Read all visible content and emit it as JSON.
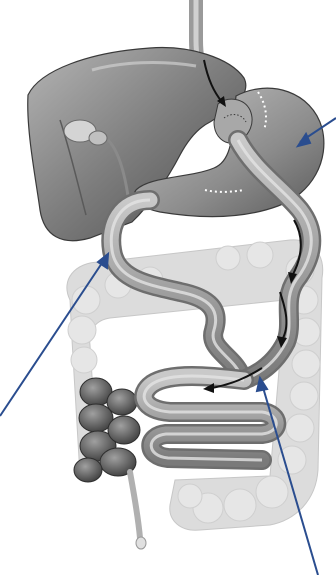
{
  "diagram": {
    "subject": "gastric-bypass-anatomy",
    "labels": [],
    "pointer_color": "#2a4d8f",
    "organ_palette": {
      "liver": "#7d7d7d",
      "stomach": "#8c8c8c",
      "intestine_tube": "#9a9a9a",
      "colon": "#d6d6d6",
      "rectum": "#6b6b6b",
      "flow_arrow": "#1a1a1a"
    },
    "pointers": [
      {
        "name": "pointer-stomach-pouch"
      },
      {
        "name": "pointer-biliopancreatic-limb"
      },
      {
        "name": "pointer-common-channel"
      }
    ]
  }
}
